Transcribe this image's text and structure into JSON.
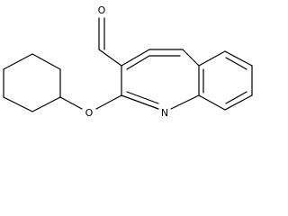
{
  "atoms": {
    "aldehyde_oxygen": "O",
    "ether_oxygen": "O",
    "ring_nitrogen": "N"
  }
}
